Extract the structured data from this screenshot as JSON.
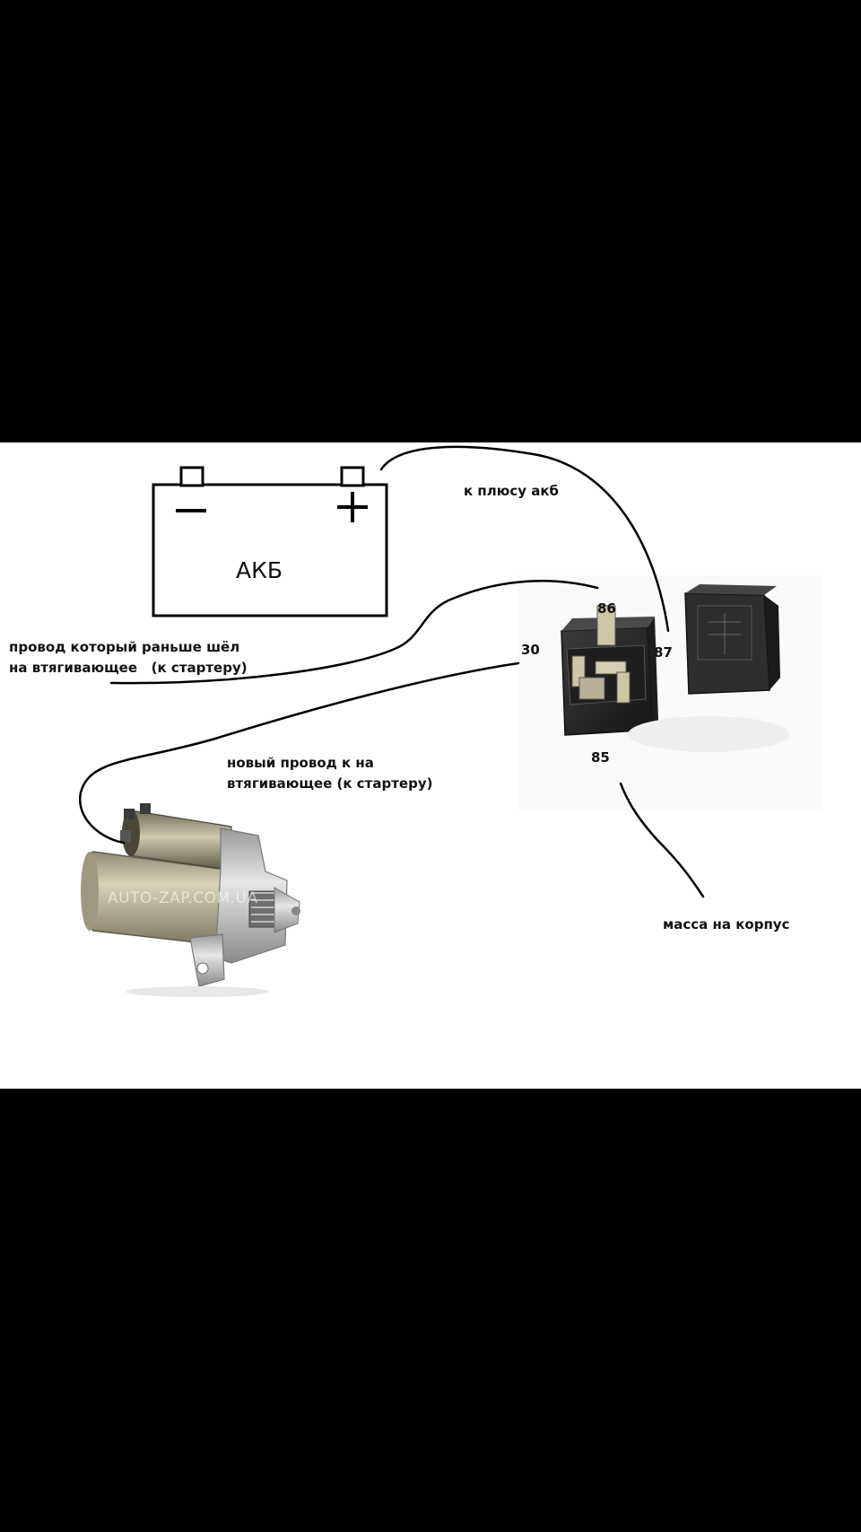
{
  "diagram": {
    "battery": {
      "label": "АКБ",
      "minus": "−",
      "plus": "+"
    },
    "relay": {
      "pins": {
        "p86": "86",
        "p87": "87",
        "p30": "30",
        "p85": "85"
      }
    },
    "labels": {
      "to_battery_plus": "к плюсу акб",
      "old_wire_line1": "провод который раньше шёл",
      "old_wire_line2": "на втягивающее   (к стартеру)",
      "new_wire_line1": "новый провод к на",
      "new_wire_line2": "втягивающее (к стартеру)",
      "ground": "масса на корпус"
    },
    "watermark": "AUTO-ZAP.COM.UA"
  },
  "colors": {
    "wire": "#000000",
    "relay_body": "#2b2b2b",
    "starter_body": "#b9b39a",
    "starter_metal": "#c9c9c9"
  }
}
